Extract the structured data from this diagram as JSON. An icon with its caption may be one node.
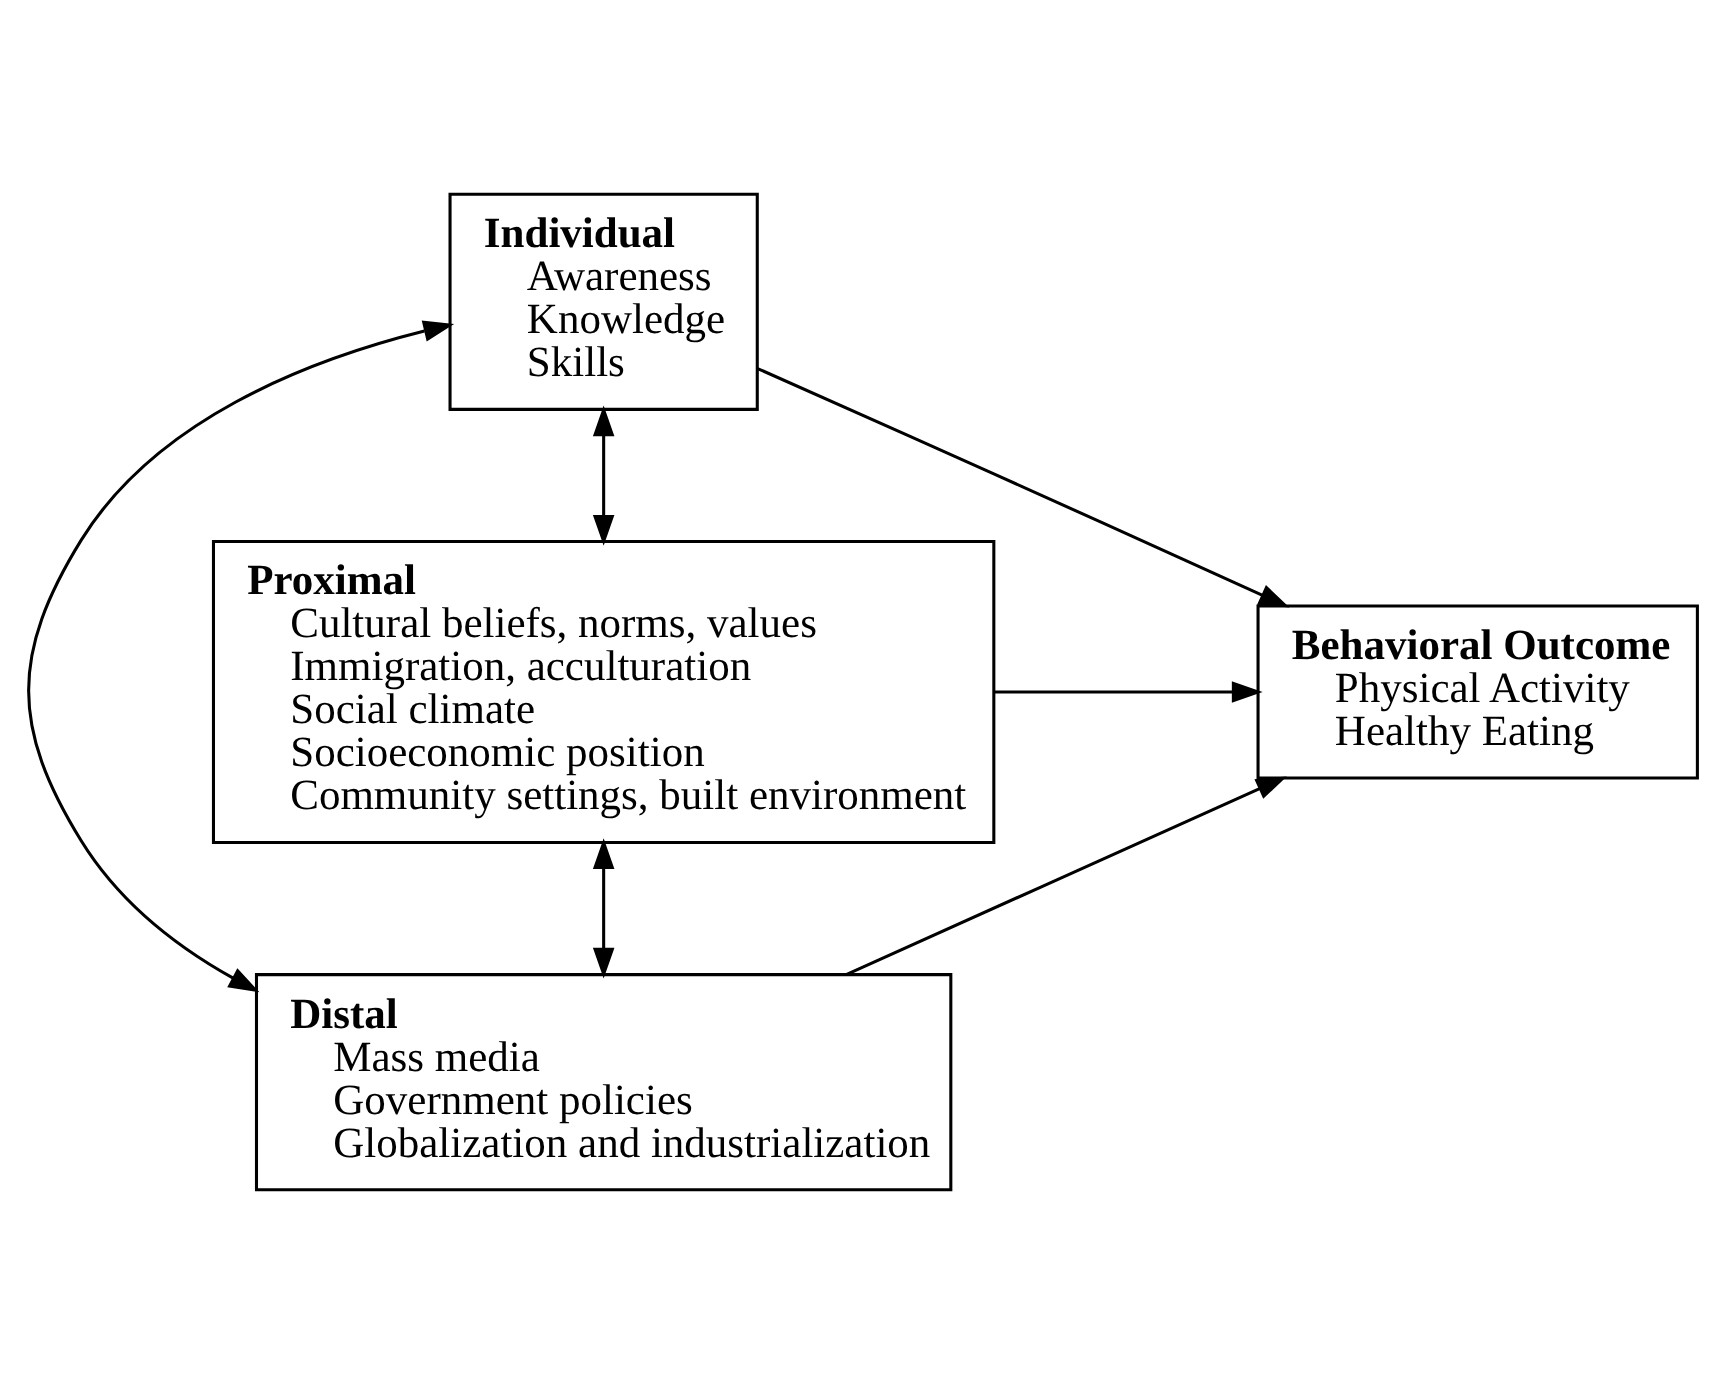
{
  "diagram": {
    "nodes": [
      {
        "text": [
          "Individual",
          "Awareness",
          "Knowledge",
          "Skills"
        ]
      },
      {
        "text": [
          "Proximal",
          "Cultural beliefs, norms, values",
          "Immigration, acculturation",
          "Social climate",
          "Socioeconomic position",
          "Community settings, built environment"
        ]
      },
      {
        "text": [
          "Distal",
          "Mass media",
          "Government policies",
          "Globalization and industrialization"
        ]
      },
      {
        "text": [
          "Behavioral Outcome",
          "Physical Activity",
          "Healthy Eating"
        ]
      }
    ],
    "edges": [
      {
        "from": 0,
        "to": 1,
        "arrow": "both"
      },
      {
        "from": 1,
        "to": 2,
        "arrow": "both"
      },
      {
        "from": 0,
        "to": 2,
        "arrow": "both"
      },
      {
        "from": 0,
        "to": 3,
        "arrow": "to"
      },
      {
        "from": 1,
        "to": 3,
        "arrow": "to"
      },
      {
        "from": 2,
        "to": 3,
        "arrow": "to"
      }
    ]
  }
}
